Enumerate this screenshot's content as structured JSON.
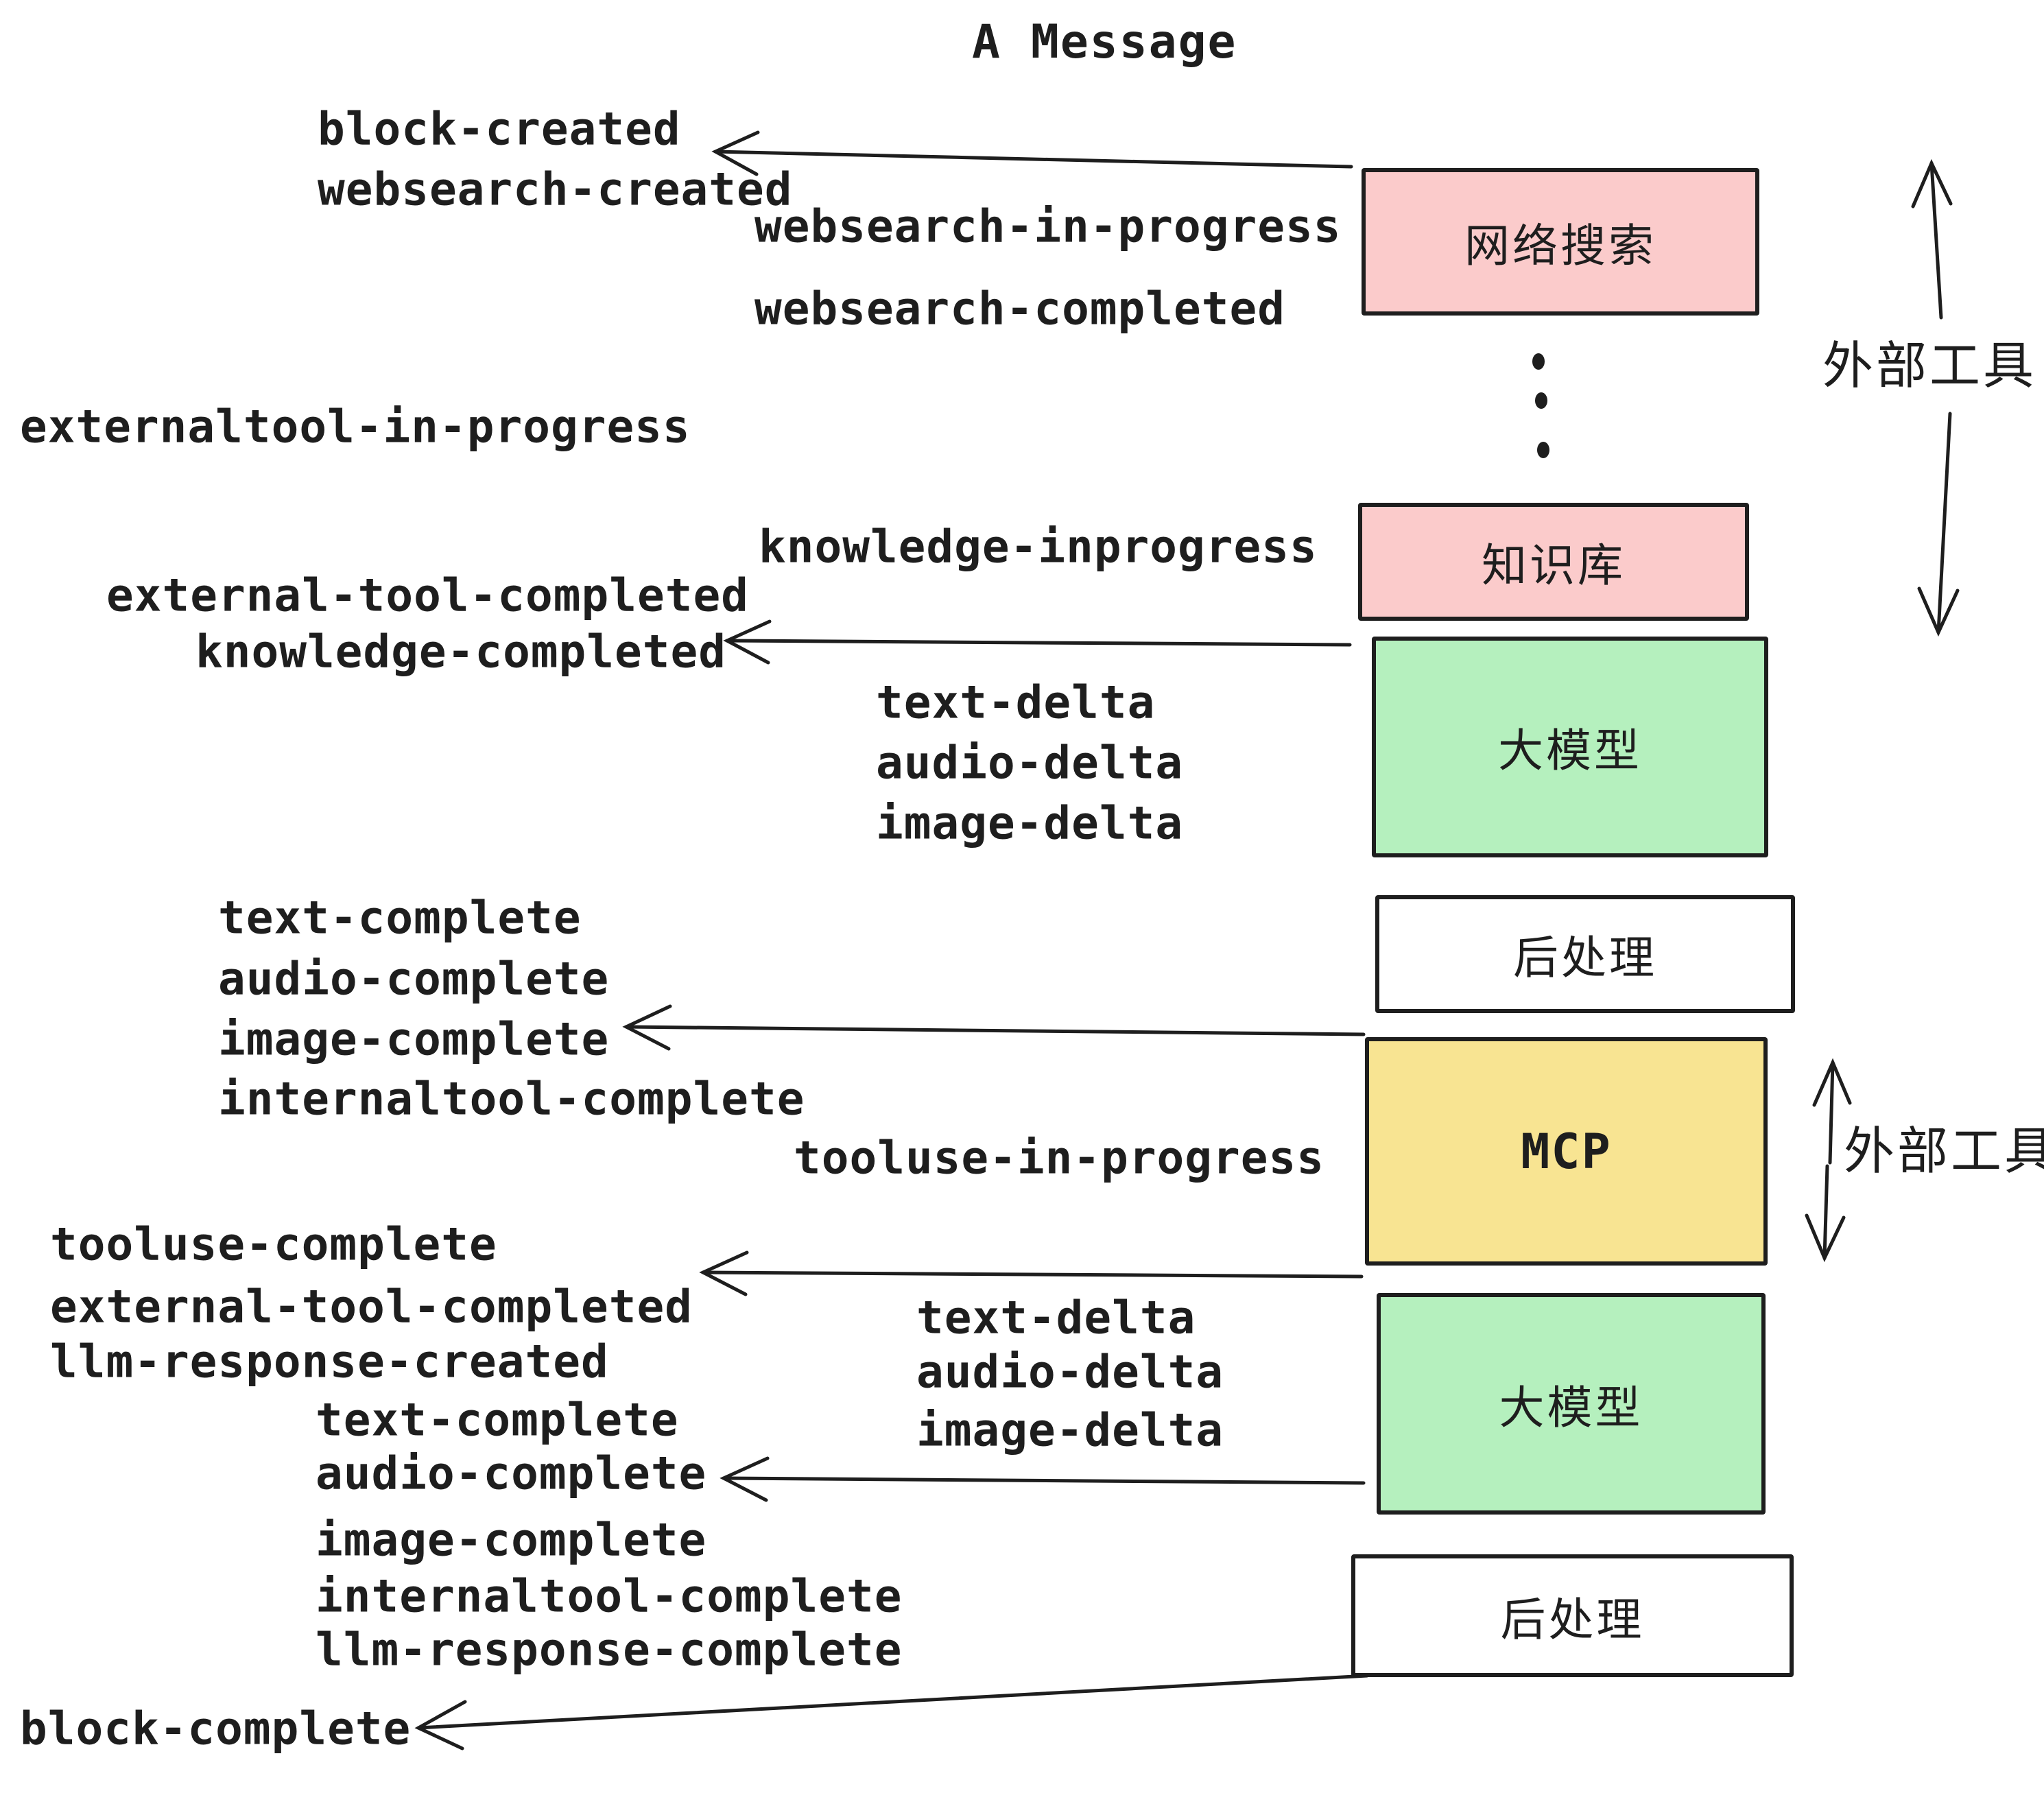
{
  "title": "A Message",
  "colors": {
    "ink": "#1e1e1e",
    "pink": "#fbcbcb",
    "green": "#b5f0be",
    "yellow": "#f8e492",
    "white": "#ffffff"
  },
  "boxes": [
    {
      "id": "websearch",
      "label": "网络搜索"
    },
    {
      "id": "knowledge",
      "label": "知识库"
    },
    {
      "id": "llm-1",
      "label": "大模型"
    },
    {
      "id": "post-1",
      "label": "后处理"
    },
    {
      "id": "mcp",
      "label": "MCP"
    },
    {
      "id": "llm-2",
      "label": "大模型"
    },
    {
      "id": "post-2",
      "label": "后处理"
    }
  ],
  "side_labels": [
    {
      "text": "外部工具"
    },
    {
      "text": "外部工具"
    }
  ],
  "events": [
    {
      "text": "block-created"
    },
    {
      "text": "websearch-created"
    },
    {
      "text": "websearch-in-progress"
    },
    {
      "text": "websearch-completed"
    },
    {
      "text": "externaltool-in-progress"
    },
    {
      "text": "knowledge-inprogress"
    },
    {
      "text": "external-tool-completed"
    },
    {
      "text": "knowledge-completed"
    },
    {
      "text": "text-delta"
    },
    {
      "text": "audio-delta"
    },
    {
      "text": "image-delta"
    },
    {
      "text": "text-complete"
    },
    {
      "text": "audio-complete"
    },
    {
      "text": "image-complete"
    },
    {
      "text": "internaltool-complete"
    },
    {
      "text": "tooluse-in-progress"
    },
    {
      "text": "tooluse-complete"
    },
    {
      "text": "external-tool-completed"
    },
    {
      "text": "llm-response-created"
    },
    {
      "text": "text-complete"
    },
    {
      "text": "audio-complete"
    },
    {
      "text": "text-delta"
    },
    {
      "text": "audio-delta"
    },
    {
      "text": "image-delta"
    },
    {
      "text": "image-complete"
    },
    {
      "text": "internaltool-complete"
    },
    {
      "text": "llm-response-complete"
    },
    {
      "text": "block-complete"
    }
  ]
}
